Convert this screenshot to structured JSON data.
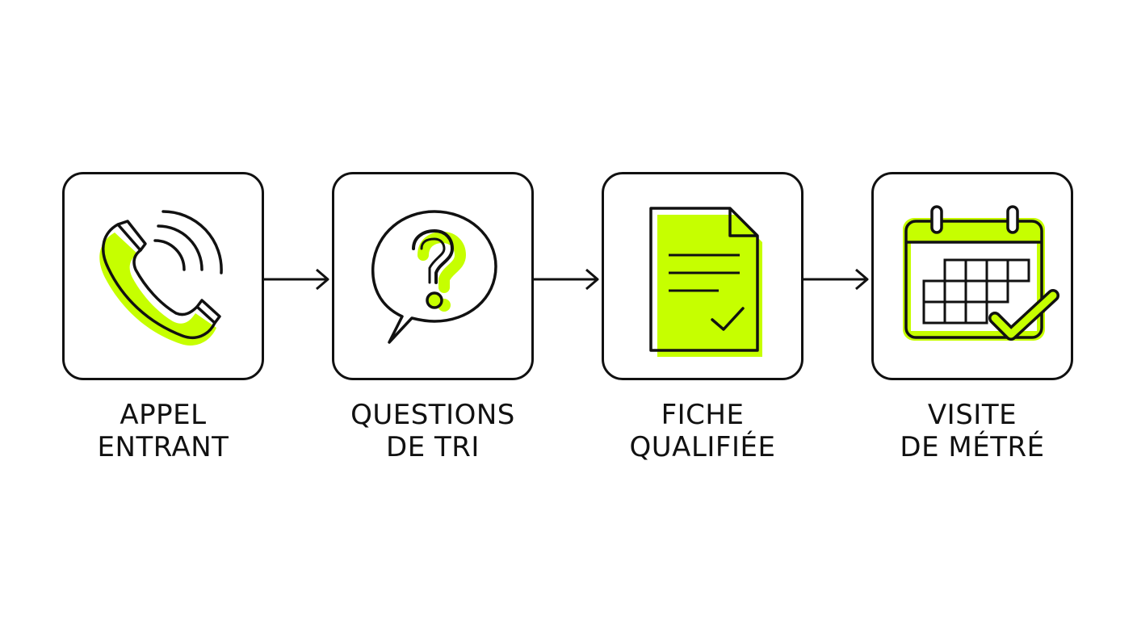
{
  "colors": {
    "accent": "#C6FF00",
    "stroke": "#111111",
    "background": "#FFFFFF"
  },
  "steps": [
    {
      "icon": "phone-icon",
      "label_line1": "APPEL",
      "label_line2": "ENTRANT"
    },
    {
      "icon": "question-bubble-icon",
      "label_line1": "QUESTIONS",
      "label_line2": "DE TRI"
    },
    {
      "icon": "qualified-document-icon",
      "label_line1": "FICHE",
      "label_line2": "QUALIFIÉE"
    },
    {
      "icon": "calendar-check-icon",
      "label_line1": "VISITE",
      "label_line2": "DE MÉTRÉ"
    }
  ]
}
